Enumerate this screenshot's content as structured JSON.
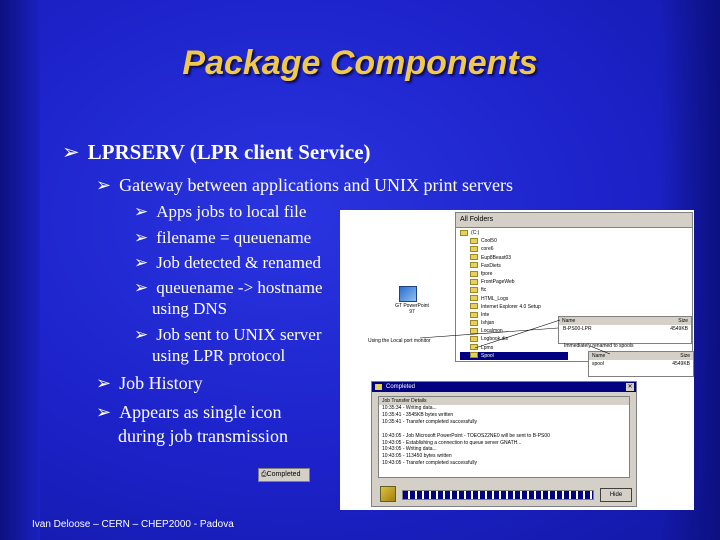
{
  "slide": {
    "title": "Package Components",
    "bullets": {
      "b1": "LPRSERV (LPR client Service)",
      "b2": "Gateway between applications and UNIX print servers",
      "b3": "Apps jobs to local file",
      "b4": "filename = queuename",
      "b5": "Job detected & renamed",
      "b6a": "queuename -> hostname",
      "b6b": "using DNS",
      "b7a": "Job sent to UNIX server",
      "b7b": "using LPR protocol",
      "b8": "Job History",
      "b9a": "Appears as single icon",
      "b9b": "during job transmission"
    },
    "footer": "Ivan Deloose – CERN – CHEP2000 - Padova"
  },
  "explorer": {
    "header": "All Folders",
    "tree": [
      "(C:)",
      "Cool50",
      "core6",
      "Eup8Beast03",
      "FaxDiets",
      "fpore",
      "FrontPageWeb",
      "ftc",
      "HTML_Logs",
      "Internet Explorer 4.0 Setup",
      "Inte",
      "Ishjan",
      "Localmon",
      "Logbook.dis",
      "Lpms",
      "Spool"
    ],
    "print_header_name": "Name",
    "print_header_size": "Size",
    "print_row_name": "B-PS00-LPR",
    "print_row_size": "4549KB",
    "spool_header_name": "Name",
    "spool_header_size": "Size",
    "spool_row_name": "spool",
    "spool_row_size": "4549KB"
  },
  "annotations": {
    "local_port": "Using the Local port monitor",
    "immediate": "Immediately renamed to spools",
    "desk_icon_label": "GT PowerPoint 97"
  },
  "dialog": {
    "title": "Completed",
    "log_header": "Job Transfer Details",
    "log": [
      "10:35:34 - Writing data...",
      "10:35:41 - 3545KB bytes written",
      "10:35:41 - Transfer completed successfully",
      "",
      "10:43:05 - Job Microsoft PowerPoint - TOEOS22NE0 will be sent to B-PS00",
      "10:43:05 - Establishing a connection to queue server GNATH...",
      "10:43:05 - Writing data...",
      "10:43:05 - 113450 bytes written",
      "10:43:05 - Transfer completed successfully"
    ],
    "progress_fraction": 1.0,
    "hide_label": "Hide"
  },
  "taskbar": {
    "label": "Completed"
  }
}
